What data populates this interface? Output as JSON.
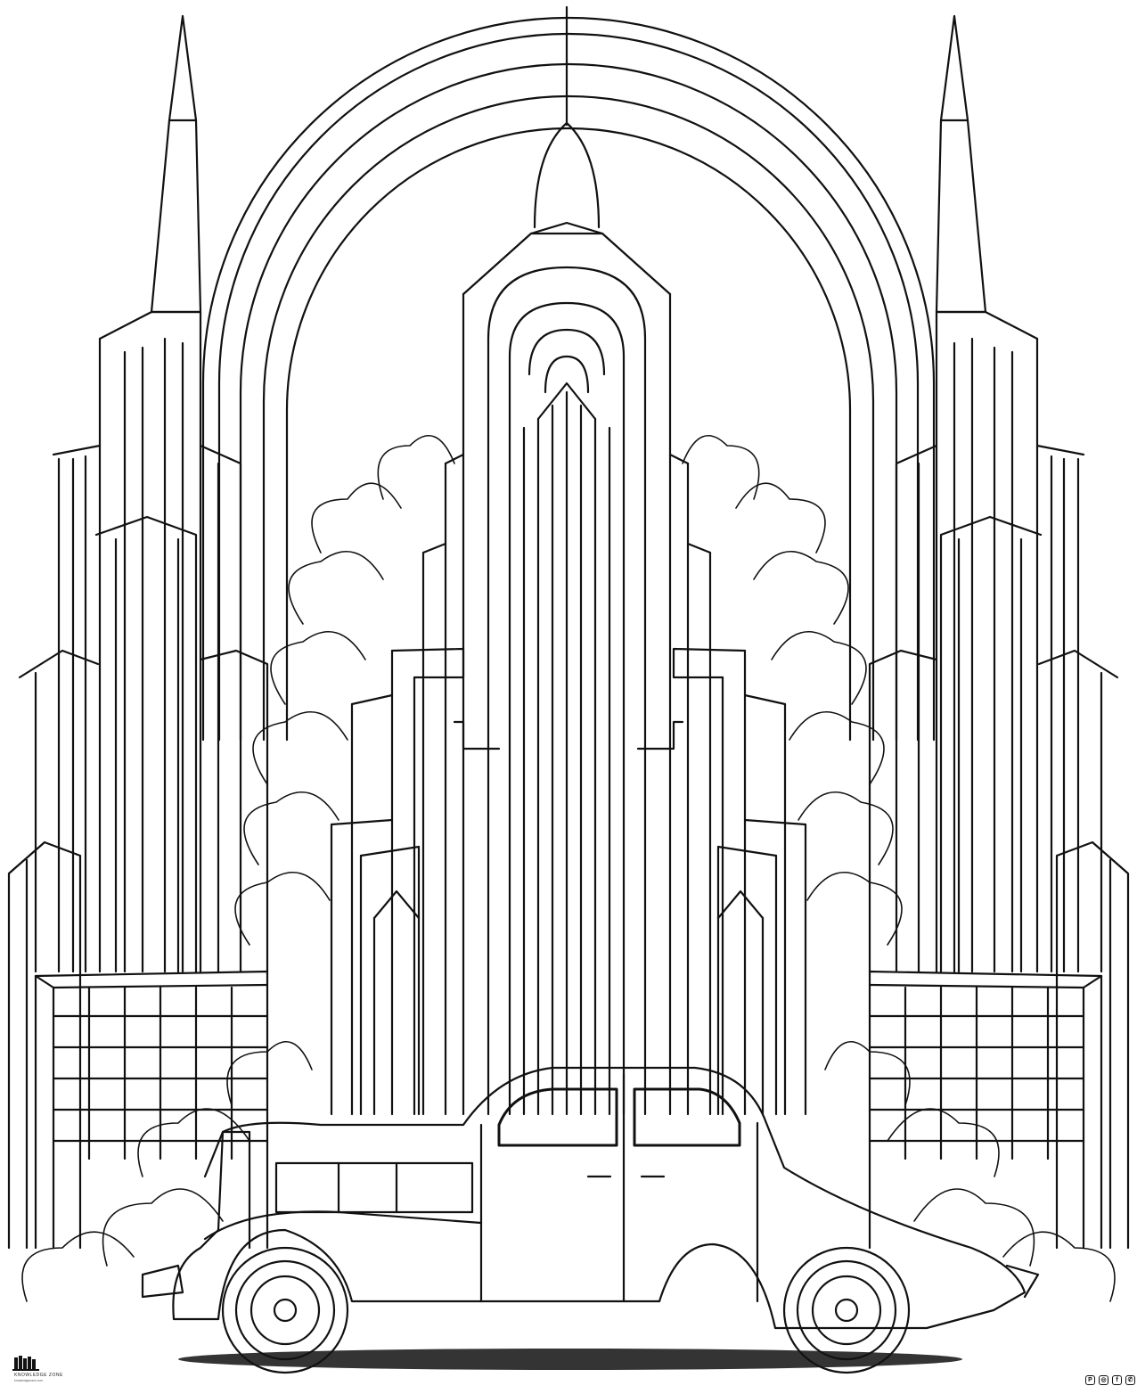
{
  "brand": {
    "name": "KNOWLEDGE ZONE",
    "tagline": "knowledgezone.com"
  },
  "social": {
    "icons": [
      "pinterest-icon",
      "instagram-icon",
      "facebook-icon",
      "whatsapp-icon"
    ],
    "glyphs": [
      "P",
      "◎",
      "f",
      "✆"
    ]
  },
  "colors": {
    "line": "#111111",
    "background": "#ffffff"
  }
}
